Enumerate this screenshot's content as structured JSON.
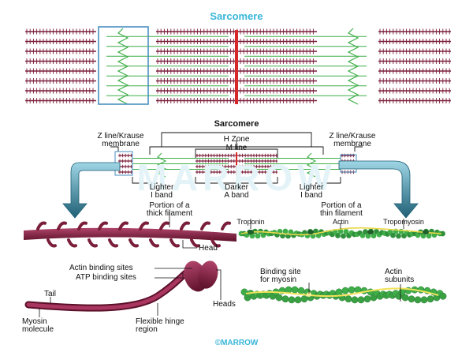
{
  "title": "Sarcomere",
  "detail_title": "Sarcomere",
  "watermark": "MARROW",
  "footer": "©MARROW",
  "labels": {
    "z_line_left": "Z line/Krause\nmembrane",
    "z_line_right": "Z line/Krause\nmembrane",
    "h_zone": "H Zone",
    "m_line": "M line",
    "lighter_i_band_left": "Lighter\nI band",
    "darker_a_band": "Darker\nA band",
    "lighter_i_band_right": "Lighter\nI band",
    "thick_filament": "Portion of a\nthick filament",
    "thin_filament": "Portion of a\nthin filament",
    "troponin": "Troponin",
    "actin": "Actin",
    "tropomyosin": "Tropomyosin",
    "head": "Head",
    "actin_binding_sites": "Actin binding sites",
    "atp_binding_sites": "ATP binding sites",
    "tail": "Tail",
    "heads": "Heads",
    "myosin_molecule": "Myosin\nmolecule",
    "flexible_hinge": "Flexible hinge\nregion",
    "binding_site_myosin": "Binding site\nfor myosin",
    "actin_subunits": "Actin\nsubunits"
  },
  "colors": {
    "title": "#38b6d8",
    "thick_filament": "#7a1e3a",
    "thin_filament": "#3fae49",
    "m_line": "#d62828",
    "z_box": "#4a8fc0",
    "arrow": "#1f5f75"
  }
}
